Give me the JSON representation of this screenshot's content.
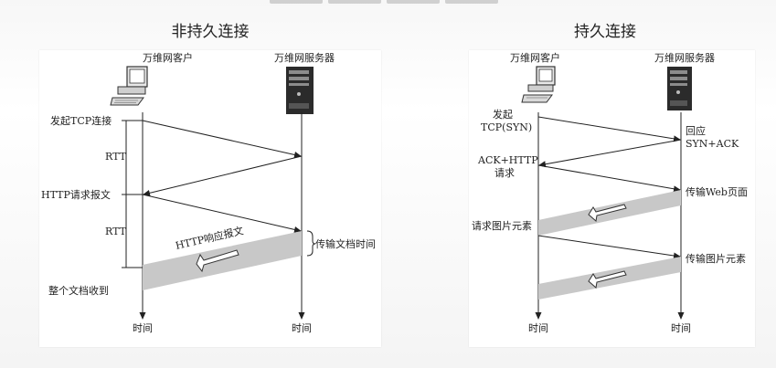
{
  "left": {
    "title": "非持久连接",
    "client_label": "万维网客户",
    "server_label": "万维网服务器",
    "tcp_connect": "发起TCP连接",
    "rtt1": "RTT",
    "http_request": "HTTP请求报文",
    "rtt2": "RTT",
    "http_response": "HTTP响应报文",
    "transfer_time": "传输文档时间",
    "doc_received": "整个文档收到",
    "time_client": "时间",
    "time_server": "时间"
  },
  "right": {
    "title": "持久连接",
    "client_label": "万维网客户",
    "server_label": "万维网服务器",
    "syn_line1": "发起",
    "syn_line2": "TCP(SYN)",
    "synack_line1": "回应",
    "synack_line2": "SYN+ACK",
    "ack_line1": "ACK+HTTP",
    "ack_line2": "请求",
    "web_page": "传输Web页面",
    "img_request": "请求图片元素",
    "img_transfer": "传输图片元素",
    "time_client": "时间",
    "time_server": "时间"
  }
}
